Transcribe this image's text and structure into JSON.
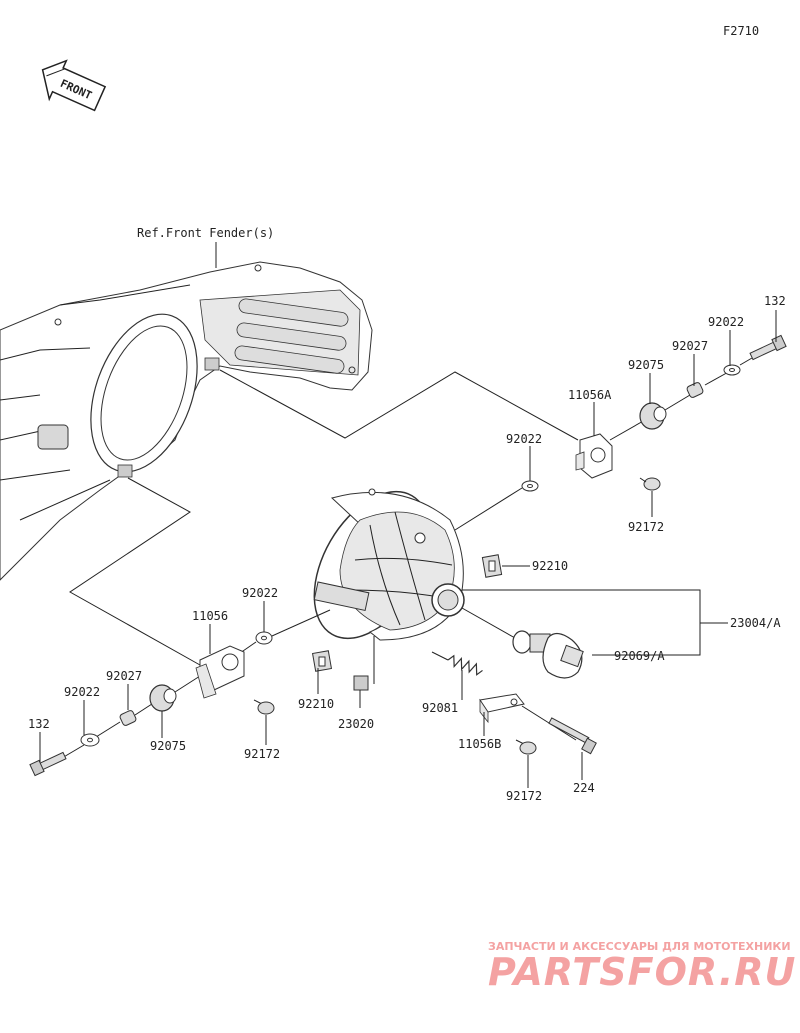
{
  "figure_code": "F2710",
  "front_indicator": "FRONT",
  "reference_label": "Ref.Front Fender(s)",
  "callouts": {
    "c132_right": "132",
    "c92022_right": "92022",
    "c92027_right": "92027",
    "c92075_right": "92075",
    "c11056A": "11056A",
    "c92022_mid": "92022",
    "c92172_right": "92172",
    "c92210_upper": "92210",
    "c23004A": "23004/A",
    "c92069A": "92069/A",
    "c92022_left": "92022",
    "c11056": "11056",
    "c92210_lower": "92210",
    "c23020": "23020",
    "c92081": "92081",
    "c11056B": "11056B",
    "c92172_bottom": "92172",
    "c224": "224",
    "c92027_left": "92027",
    "c92022_far_left": "92022",
    "c92075_left": "92075",
    "c92172_left": "92172",
    "c132_left": "132"
  },
  "watermark": {
    "tagline": "ЗАПЧАСТИ И АКСЕССУАРЫ ДЛЯ МОТОТЕХНИКИ",
    "logo": "PARTSFOR.RU",
    "color": "#f4a2a2"
  }
}
